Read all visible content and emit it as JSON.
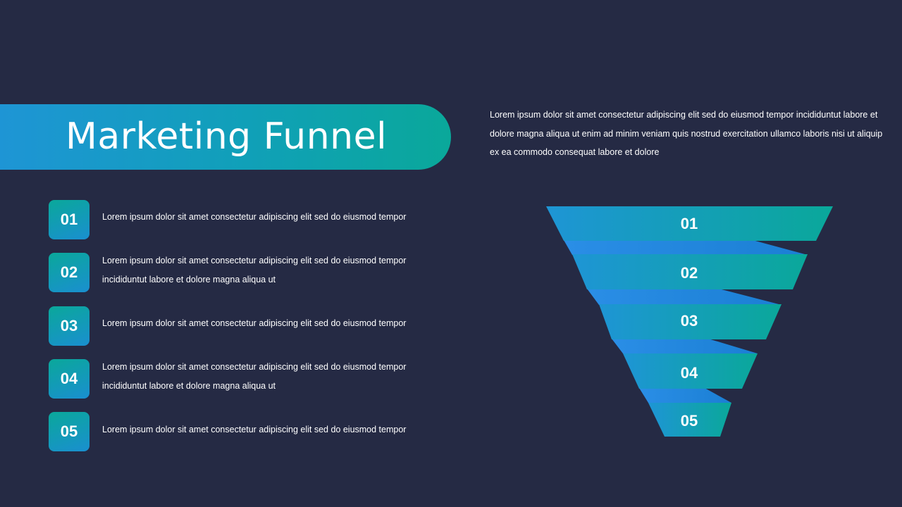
{
  "title": "Marketing Funnel",
  "intro": "Lorem ipsum dolor sit amet consectetur adipiscing elit sed do eiusmod tempor incididuntut labore et dolore magna aliqua ut enim ad minim veniam quis nostrud exercitation ullamco laboris nisi ut aliquip ex ea commodo consequat labore et dolore",
  "steps": [
    {
      "number": "01",
      "text": "Lorem ipsum dolor sit amet consectetur adipiscing elit sed do eiusmod tempor"
    },
    {
      "number": "02",
      "text": "Lorem ipsum dolor sit amet consectetur adipiscing elit sed do eiusmod tempor incididuntut labore et dolore magna aliqua ut"
    },
    {
      "number": "03",
      "text": "Lorem ipsum dolor sit amet consectetur adipiscing elit sed do eiusmod tempor"
    },
    {
      "number": "04",
      "text": "Lorem ipsum dolor sit amet consectetur adipiscing elit sed do eiusmod tempor incididuntut labore et dolore magna aliqua ut"
    },
    {
      "number": "05",
      "text": "Lorem ipsum dolor sit amet consectetur adipiscing elit sed do eiusmod tempor"
    }
  ],
  "funnel": {
    "labels": [
      "01",
      "02",
      "03",
      "04",
      "05"
    ]
  },
  "colors": {
    "background": "#252a44",
    "accent_blue": "#1e95d5",
    "accent_teal": "#0aa89a"
  }
}
